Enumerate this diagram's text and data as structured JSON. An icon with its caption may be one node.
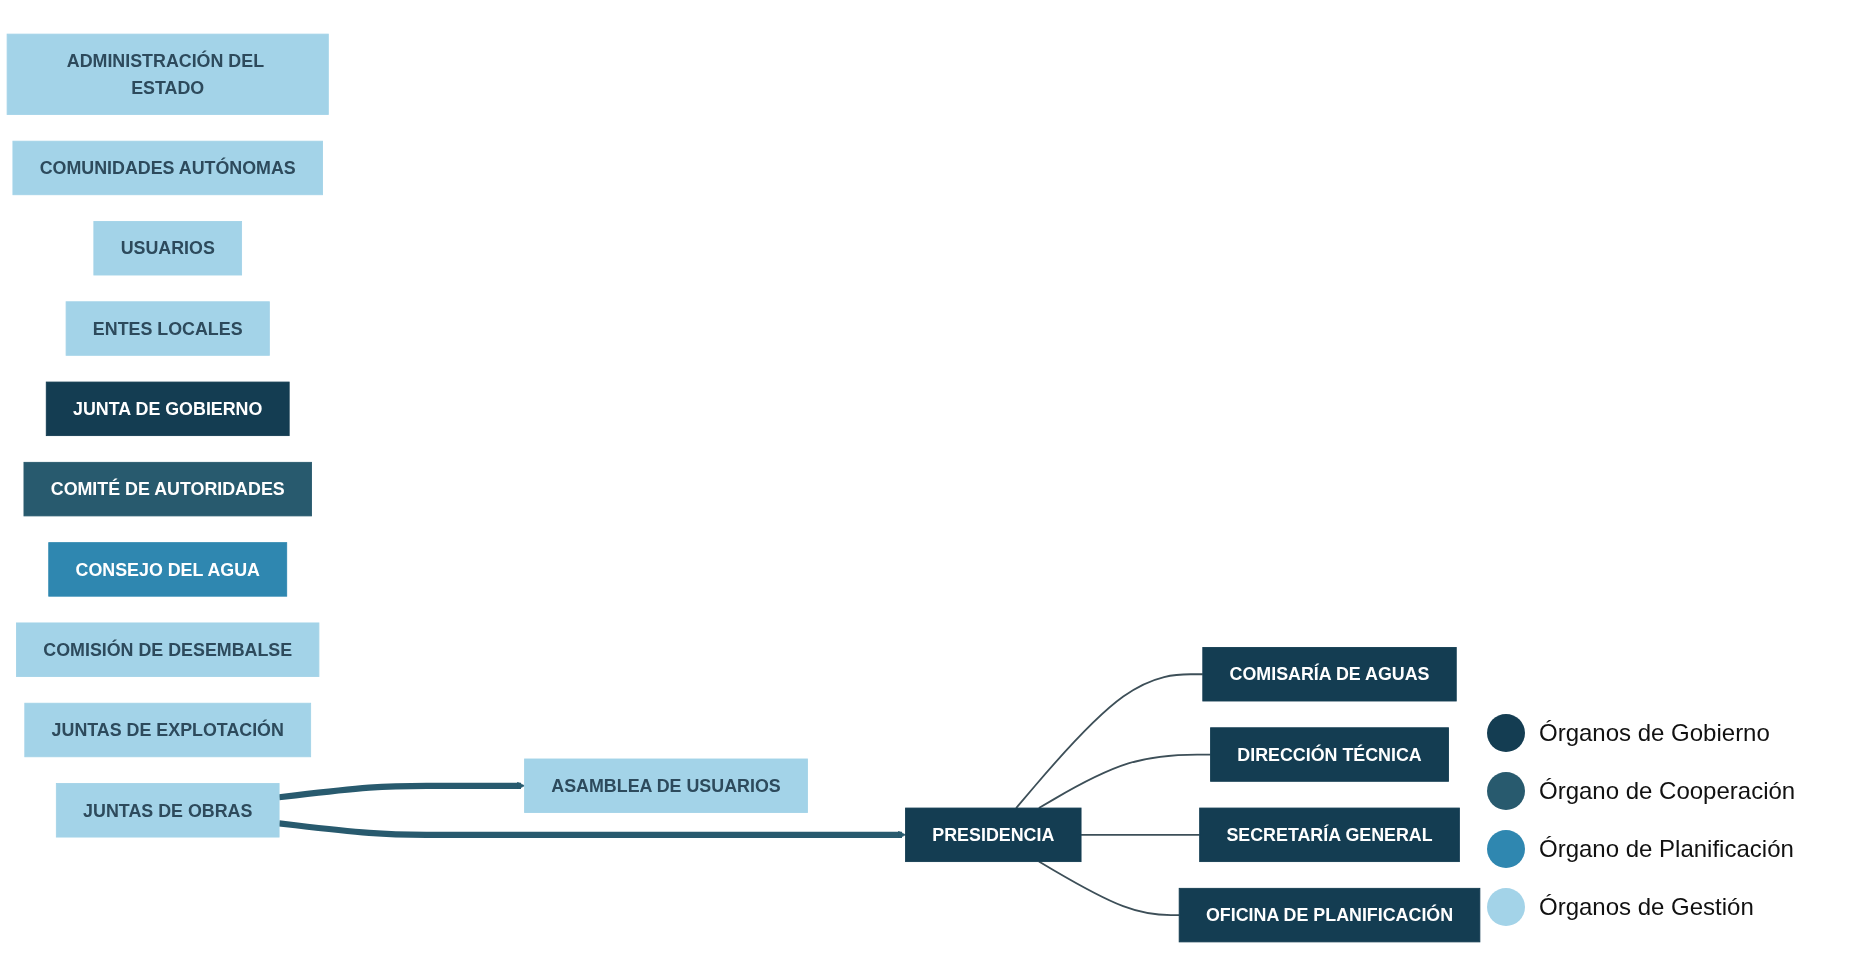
{
  "diagram": {
    "nodes": [
      {
        "text": [
          "ADMINISTRACIÓN DEL ESTADO"
        ]
      },
      {
        "text": [
          "COMUNIDADES AUTÓNOMAS"
        ]
      },
      {
        "text": [
          "USUARIOS"
        ]
      },
      {
        "text": [
          "ENTES LOCALES"
        ]
      },
      {
        "text": [
          "JUNTA DE GOBIERNO"
        ]
      },
      {
        "text": [
          "COMITÉ DE AUTORIDADES"
        ]
      },
      {
        "text": [
          "CONSEJO DEL AGUA"
        ]
      },
      {
        "text": [
          "COMISIÓN DE DESEMBALSE"
        ]
      },
      {
        "text": [
          "ASAMBLEA DE USUARIOS"
        ]
      },
      {
        "text": [
          "JUNTAS DE EXPLOTACIÓN"
        ]
      },
      {
        "text": [
          "JUNTAS DE OBRAS"
        ]
      },
      {
        "text": [
          "PRESIDENCIA"
        ]
      },
      {
        "text": [
          "COMISARÍA DE AGUAS"
        ]
      },
      {
        "text": [
          "DIRECCIÓN TÉCNICA"
        ]
      },
      {
        "text": [
          "SECRETARÍA GENERAL"
        ]
      },
      {
        "text": [
          "OFICINA DE PLANIFICACIÓN"
        ]
      }
    ],
    "edges": [
      {
        "from": 10,
        "to": 11,
        "arrow": "to",
        "style": "thick"
      },
      {
        "from": 10,
        "to": 8,
        "arrow": "to",
        "style": "thick"
      },
      {
        "from": 11,
        "to": 12,
        "arrow": "none"
      },
      {
        "from": 11,
        "to": 13,
        "arrow": "none"
      },
      {
        "from": 11,
        "to": 14,
        "arrow": "none"
      },
      {
        "from": 11,
        "to": 15,
        "arrow": "none"
      }
    ],
    "legend": [
      {
        "text": "Órganos de Gobierno",
        "color": "#143d52"
      },
      {
        "text": "Órgano de Cooperación",
        "color": "#285a6e"
      },
      {
        "text": "Órgano de Planificación",
        "color": "#2f87b0"
      },
      {
        "text": "Órganos de Gestión",
        "color": "#a3d3e8"
      }
    ]
  }
}
